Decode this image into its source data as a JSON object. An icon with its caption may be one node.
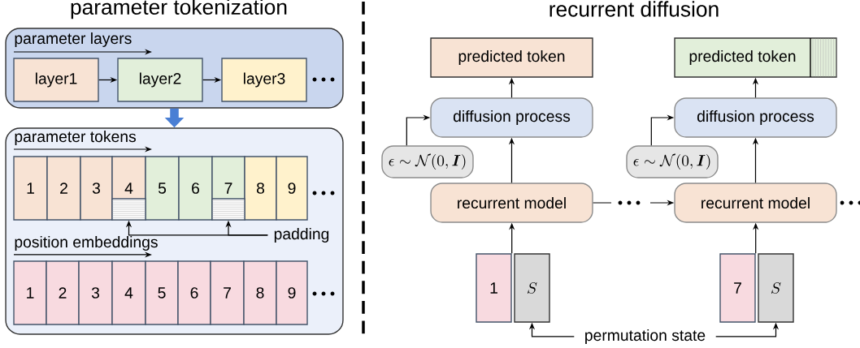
{
  "diagram": {
    "nodes": [
      {
        "text": [
          "parameter layers"
        ]
      },
      {
        "text": [
          "layer1"
        ],
        "in": 0
      },
      {
        "text": [
          "layer2"
        ],
        "in": 0
      },
      {
        "text": [
          "layer3"
        ],
        "in": 0
      },
      {
        "text": [
          "parameter tokens",
          "position embeddings"
        ]
      },
      {
        "text": [
          "1"
        ],
        "in": 4
      },
      {
        "text": [
          "2"
        ],
        "in": 4
      },
      {
        "text": [
          "3"
        ],
        "in": 4
      },
      {
        "text": [
          "4"
        ],
        "in": 4
      },
      {
        "text": [
          "5"
        ],
        "in": 4
      },
      {
        "text": [
          "6"
        ],
        "in": 4
      },
      {
        "text": [
          "7"
        ],
        "in": 4
      },
      {
        "text": [
          "8"
        ],
        "in": 4
      },
      {
        "text": [
          "9"
        ],
        "in": 4
      },
      {
        "text": [
          "padding"
        ],
        "in": 4
      },
      {
        "text": [],
        "shape": "box",
        "in": 8
      },
      {
        "text": [],
        "shape": "box",
        "in": 11
      },
      {
        "text": [
          "1"
        ],
        "in": 4
      },
      {
        "text": [
          "2"
        ],
        "in": 4
      },
      {
        "text": [
          "3"
        ],
        "in": 4
      },
      {
        "text": [
          "4"
        ],
        "in": 4
      },
      {
        "text": [
          "5"
        ],
        "in": 4
      },
      {
        "text": [
          "6"
        ],
        "in": 4
      },
      {
        "text": [
          "7"
        ],
        "in": 4
      },
      {
        "text": [
          "8"
        ],
        "in": 4
      },
      {
        "text": [
          "9"
        ],
        "in": 4
      },
      {
        "text": [
          "predicted token"
        ]
      },
      {
        "text": [
          "diffusion process"
        ]
      },
      {
        "text": [
          "\\epsilon\\sim\\mathcal{N}(0,\\boldsymbol{I})"
        ]
      },
      {
        "text": [
          "recurrent model"
        ]
      },
      {
        "text": [
          "1"
        ]
      },
      {
        "text": [
          "S"
        ]
      },
      {
        "text": [
          "predicted token"
        ]
      },
      {
        "text": [
          "diffusion process"
        ]
      },
      {
        "text": [
          "\\epsilon\\sim\\mathcal{N}(0,\\boldsymbol{I})"
        ]
      },
      {
        "text": [
          "recurrent model"
        ]
      },
      {
        "text": [
          "7"
        ]
      },
      {
        "text": [
          "S"
        ]
      },
      {
        "text": [
          "permutation state"
        ]
      }
    ],
    "edges": [
      {
        "from": 1,
        "to": 2,
        "arrow": "to"
      },
      {
        "from": 2,
        "to": 3,
        "arrow": "to"
      },
      {
        "from": 0,
        "to": 4,
        "arrow": "to",
        "style": "thick",
        "color": "#4a7fd4"
      },
      {
        "from": 14,
        "to": 15,
        "arrow": "to"
      },
      {
        "from": 14,
        "to": 16,
        "arrow": "to"
      },
      {
        "from": 27,
        "to": 26,
        "arrow": "to"
      },
      {
        "from": 28,
        "to": 27,
        "arrow": "to"
      },
      {
        "from": 29,
        "to": 27,
        "arrow": "to"
      },
      {
        "from": 30,
        "to": 29,
        "arrow": "to"
      },
      {
        "from": 29,
        "to": 35,
        "arrow": "to"
      },
      {
        "from": 33,
        "to": 32,
        "arrow": "to"
      },
      {
        "from": 34,
        "to": 33,
        "arrow": "to"
      },
      {
        "from": 35,
        "to": 33,
        "arrow": "to"
      },
      {
        "from": 36,
        "to": 35,
        "arrow": "to"
      },
      {
        "from": 38,
        "to": 31,
        "arrow": "to"
      },
      {
        "from": 38,
        "to": 37,
        "arrow": "to"
      }
    ],
    "labels": [
      "parameter tokenization",
      "recurrent diffusion"
    ]
  }
}
